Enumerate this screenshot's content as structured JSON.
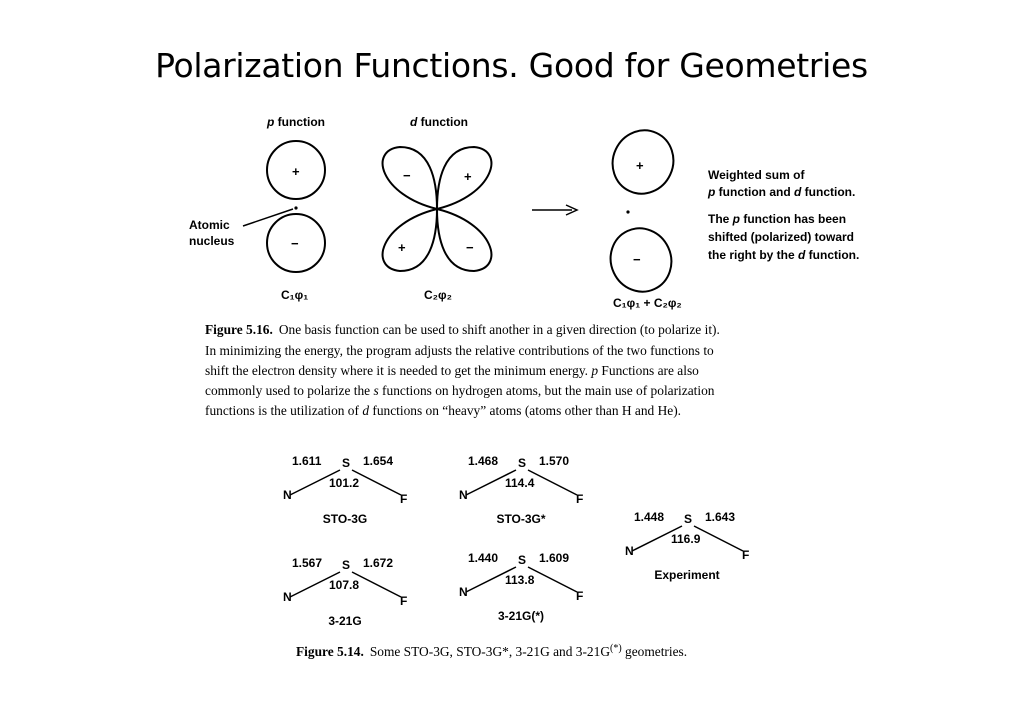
{
  "title": "Polarization Functions. Good for Geometries",
  "fig516": {
    "p_label_italic": "p",
    "p_label_rest": " function",
    "d_label_italic": "d",
    "d_label_rest": " function",
    "atomic_line1": "Atomic",
    "atomic_line2": "nucleus",
    "plus": "+",
    "minus": "−",
    "c1phi1": "C₁φ₁",
    "c2phi2": "C₂φ₂",
    "sum": "C₁φ₁ + C₂φ₂",
    "desc_line1": "Weighted sum of",
    "desc_line2_p": "p",
    "desc_line2_mid": " function and ",
    "desc_line2_d": "d",
    "desc_line2_end": " function.",
    "desc_line3_a": "The ",
    "desc_line3_p": "p",
    "desc_line3_b": " function has been",
    "desc_line4": "shifted (polarized) toward",
    "desc_line5_a": "the right by the ",
    "desc_line5_d": "d",
    "desc_line5_b": " function.",
    "caption_label": "Figure 5.16.",
    "caption_line1": "One basis function can be used to shift another in a given direction (to polarize it).",
    "caption_line2": "In minimizing the energy, the program adjusts the relative contributions of the two functions to",
    "caption_line3_a": "shift the electron density where it is needed to get the minimum energy. ",
    "caption_line3_p": "p",
    "caption_line3_b": " Functions are also",
    "caption_line4_a": "commonly used to polarize the ",
    "caption_line4_s": "s",
    "caption_line4_b": " functions on hydrogen atoms, but the main use of polarization",
    "caption_line5_a": "functions is the utilization of ",
    "caption_line5_d": "d",
    "caption_line5_b": " functions on “heavy” atoms (atoms other than H and He)."
  },
  "fig514": {
    "geometries": [
      {
        "name": "STO-3G",
        "ns": "1.611",
        "sf": "1.654",
        "angle": "101.2"
      },
      {
        "name": "STO-3G*",
        "ns": "1.468",
        "sf": "1.570",
        "angle": "114.4"
      },
      {
        "name": "3-21G",
        "ns": "1.567",
        "sf": "1.672",
        "angle": "107.8"
      },
      {
        "name": "3-21G(*)",
        "ns": "1.440",
        "sf": "1.609",
        "angle": "113.8"
      },
      {
        "name": "Experiment",
        "ns": "1.448",
        "sf": "1.643",
        "angle": "116.9"
      }
    ],
    "atom_n": "N",
    "atom_s": "S",
    "atom_f": "F",
    "caption_label": "Figure 5.14.",
    "caption_text": "Some STO-3G, STO-3G*, 3-21G and 3-21G",
    "caption_sup": "(*)",
    "caption_end": " geometries."
  }
}
